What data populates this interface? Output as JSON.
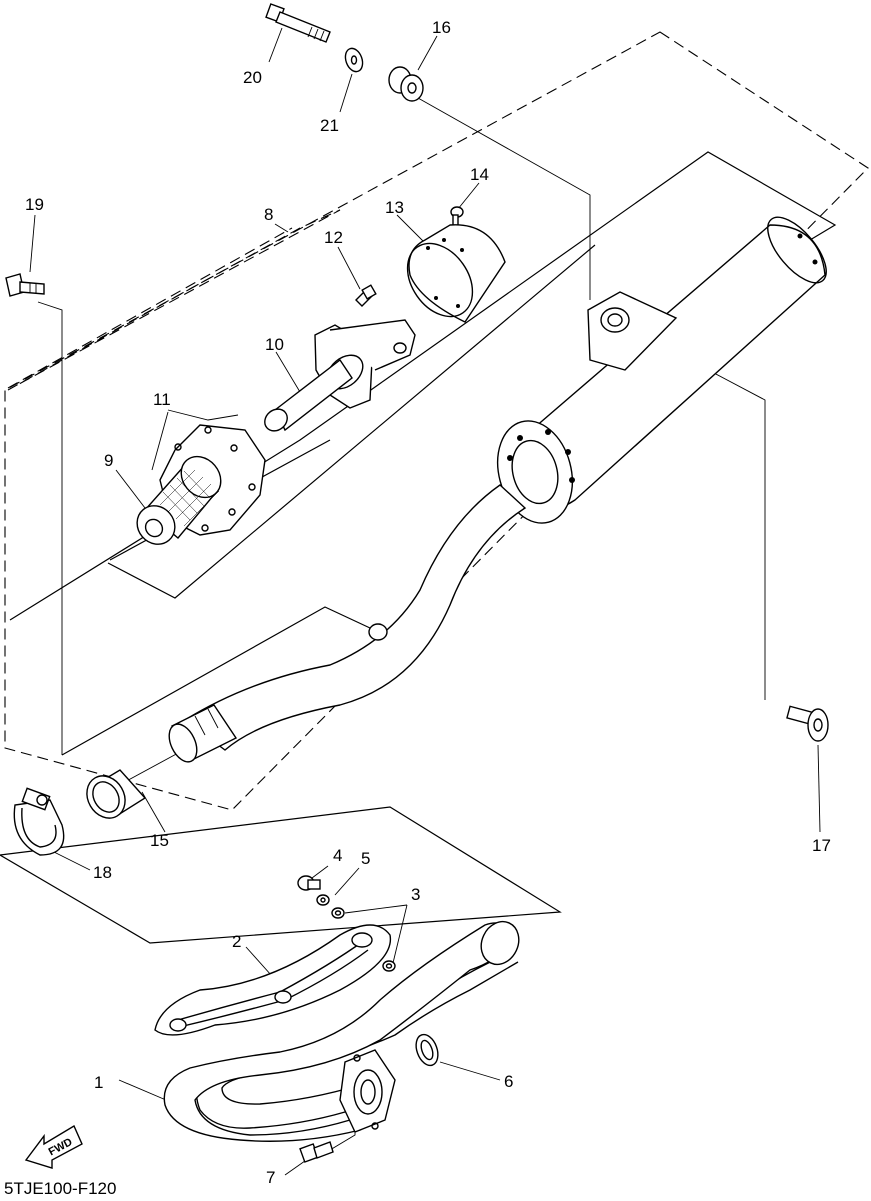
{
  "diagram": {
    "drawing_code": "5TJE100-F120",
    "direction_label": "FWD",
    "callouts": [
      {
        "id": "c1",
        "label": "1"
      },
      {
        "id": "c2",
        "label": "2"
      },
      {
        "id": "c3",
        "label": "3"
      },
      {
        "id": "c4",
        "label": "4"
      },
      {
        "id": "c5",
        "label": "5"
      },
      {
        "id": "c6",
        "label": "6"
      },
      {
        "id": "c7",
        "label": "7"
      },
      {
        "id": "c8",
        "label": "8"
      },
      {
        "id": "c9",
        "label": "9"
      },
      {
        "id": "c10",
        "label": "10"
      },
      {
        "id": "c11",
        "label": "11"
      },
      {
        "id": "c12",
        "label": "12"
      },
      {
        "id": "c13",
        "label": "13"
      },
      {
        "id": "c14",
        "label": "14"
      },
      {
        "id": "c15",
        "label": "15"
      },
      {
        "id": "c16",
        "label": "16"
      },
      {
        "id": "c17",
        "label": "17"
      },
      {
        "id": "c18",
        "label": "18"
      },
      {
        "id": "c19",
        "label": "19"
      },
      {
        "id": "c20",
        "label": "20"
      },
      {
        "id": "c21",
        "label": "21"
      }
    ]
  }
}
